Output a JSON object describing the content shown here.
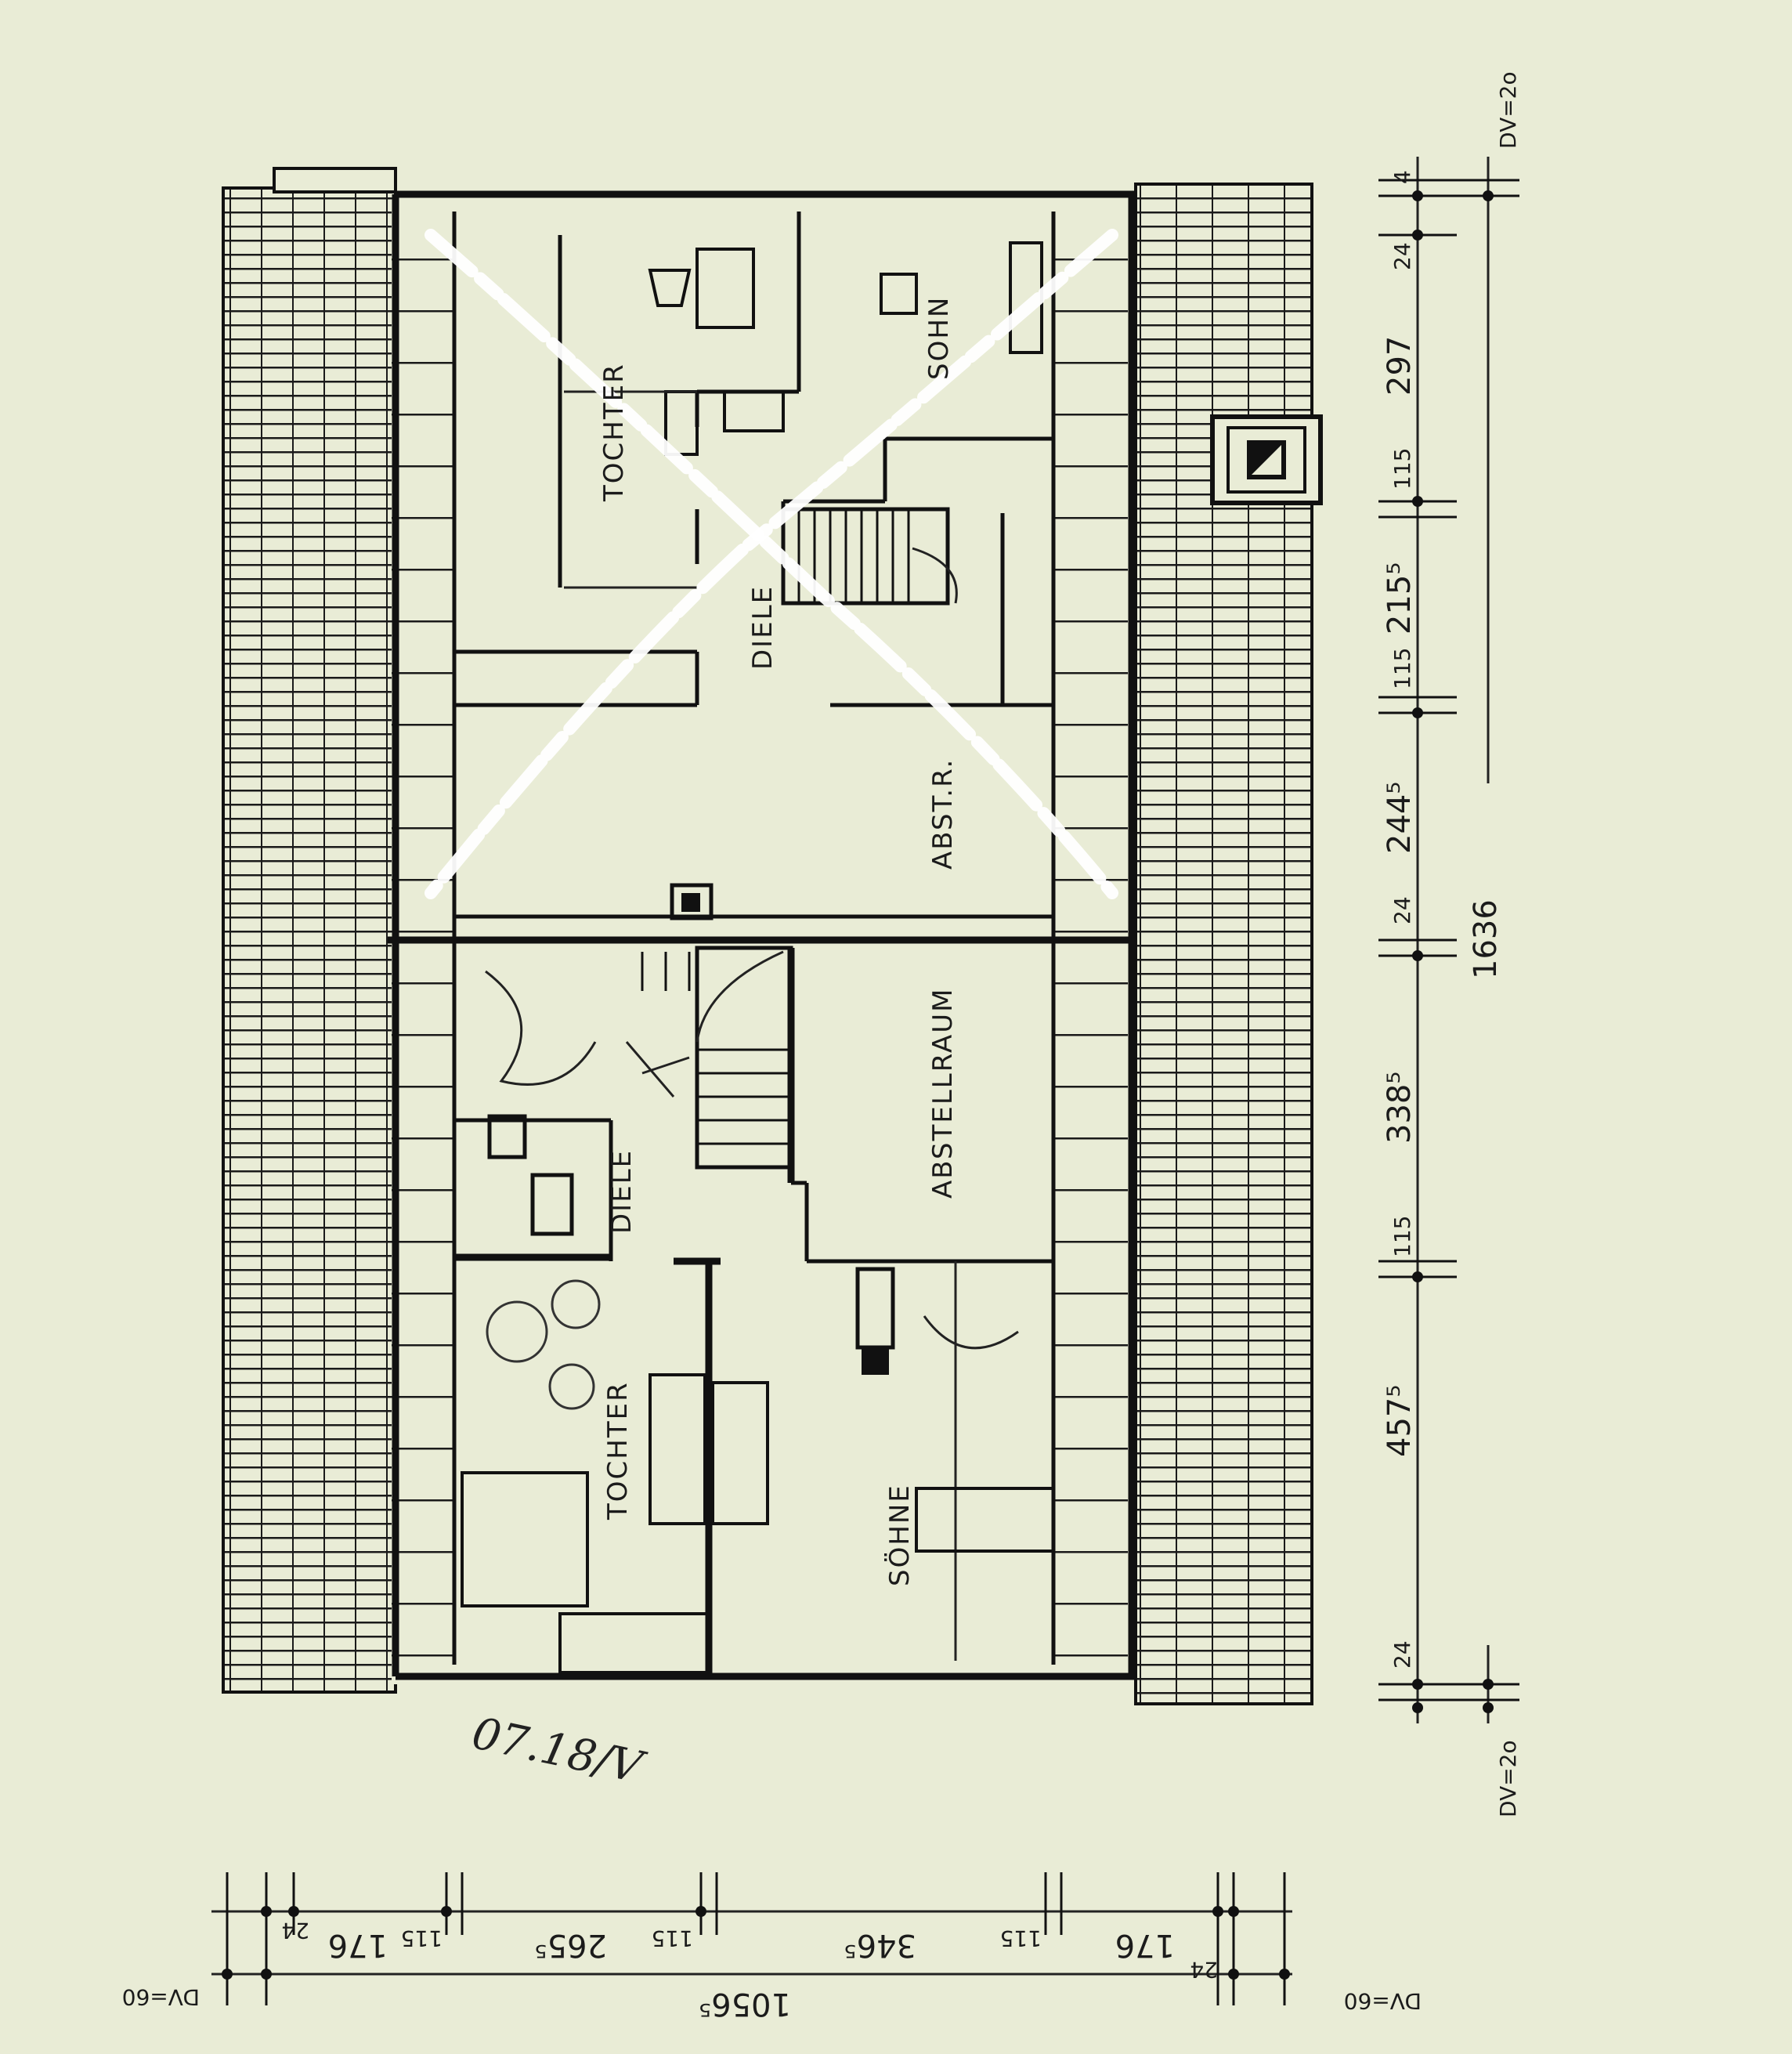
{
  "rooms": {
    "tochter_top": "TOCHTER",
    "sohn_top": "SOHN",
    "diele_top": "DIELE",
    "abst_r": "ABST.R.",
    "abstellraum": "ABSTELLRAUM",
    "diele_bottom": "DIELE",
    "tochter_bottom": "TOCHTER",
    "sohne_bottom": "SÖHNE"
  },
  "dimensions_right": {
    "d1": "4",
    "d2": "24",
    "d3": "297",
    "d4": "115",
    "d5": "215⁵",
    "d6": "115",
    "d7": "244⁵",
    "d8": "24",
    "d9": "338⁵",
    "d10": "115",
    "d11": "457⁵",
    "d12": "24",
    "total": "1636",
    "dv_top": "DV=2o",
    "dv_bottom": "DV=2o"
  },
  "dimensions_bottom": {
    "b1": "24",
    "b2": "176",
    "b3": "115",
    "b4": "265⁵",
    "b5": "115",
    "b6": "346⁵",
    "b7": "115",
    "b8": "176",
    "b9": "24",
    "total": "1056⁵",
    "dv_left": "DV=60",
    "dv_right": "DV=60"
  },
  "handwriting": "07.18/V",
  "colors": {
    "paper": "#e9ecd6",
    "ink": "#111111",
    "erase_mark": "#ffffff"
  }
}
